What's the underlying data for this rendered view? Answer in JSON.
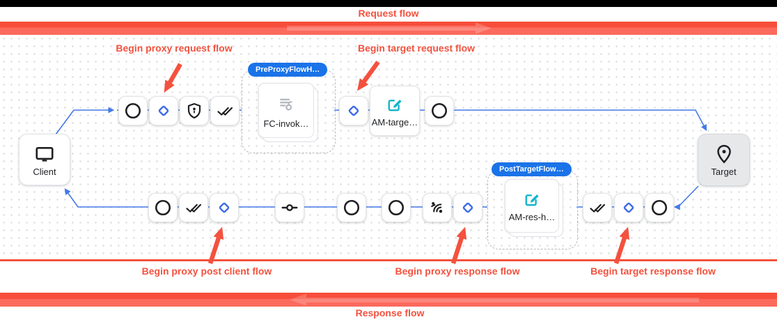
{
  "banners": {
    "request_label": "Request flow",
    "response_label": "Response flow"
  },
  "annotations": {
    "proxy_request": "Begin proxy request flow",
    "target_request": "Begin target request flow",
    "proxy_post_client": "Begin proxy post client flow",
    "proxy_response": "Begin proxy response flow",
    "target_response": "Begin target response flow"
  },
  "endpoints": {
    "client_label": "Client",
    "client_icon": "monitor-icon",
    "target_label": "Target",
    "target_icon": "location-pin-icon"
  },
  "flow_groups": {
    "pre_proxy": {
      "badge": "PreProxyFlowH…",
      "policy_label": "FC-invok…",
      "policy_icon": "flow-callout-icon"
    },
    "post_target": {
      "badge": "PostTargetFlow…",
      "policy_label": "AM-res-h…",
      "policy_icon": "assign-message-icon"
    }
  },
  "policies": {
    "am_target_label": "AM-targe…",
    "am_target_icon": "assign-message-icon"
  },
  "step_icons": {
    "request_row": [
      "circle-icon",
      "diamond-icon",
      "shield-icon",
      "double-check-icon"
    ],
    "target_request_row": [
      "diamond-icon",
      "assign-message-icon",
      "circle-icon"
    ],
    "response_row": [
      "circle-icon",
      "double-check-icon",
      "diamond-icon",
      "inline-connector-icon",
      "circle-icon",
      "circle-icon",
      "broadcast-icon",
      "diamond-icon"
    ],
    "target_response_row": [
      "double-check-icon",
      "diamond-icon",
      "circle-icon"
    ]
  },
  "colors": {
    "annotation_red": "#f4513e",
    "connector_blue": "#4379e8",
    "badge_blue": "#1a73e8",
    "policy_teal": "#12b5cb",
    "band_red_top": "#f74e3b",
    "band_red_bottom": "#fb6a5d"
  }
}
